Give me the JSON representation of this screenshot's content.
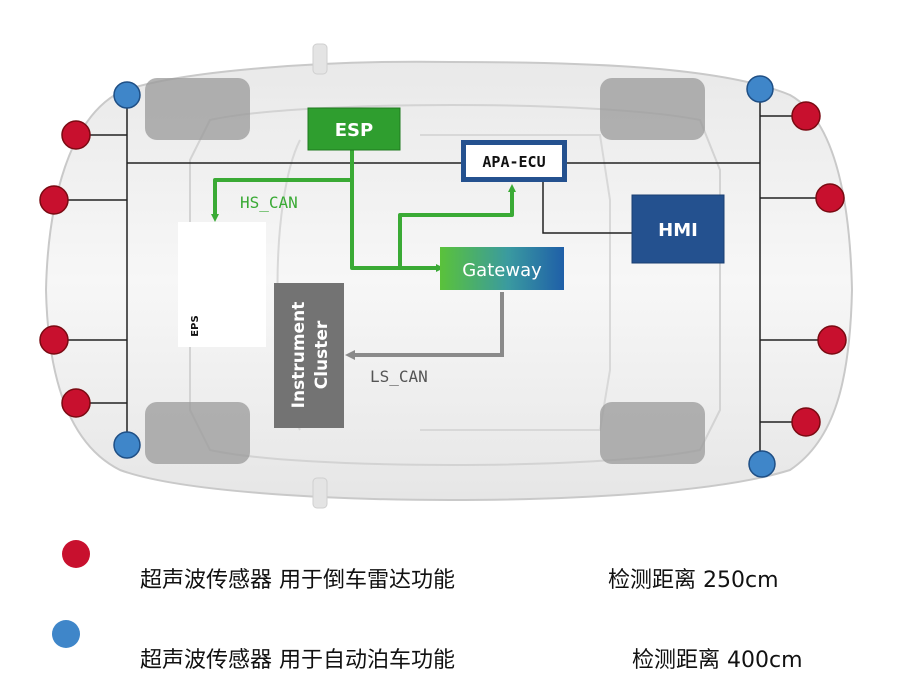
{
  "colors": {
    "red_sensor": "#c8102e",
    "blue_sensor": "#3f86c9",
    "green_bus": "#3aaa35",
    "gray_bus": "#8a8a8a",
    "navy_box": "#24518f"
  },
  "modules": {
    "esp": "ESP",
    "apa_ecu": "APA-ECU",
    "hmi": "HMI",
    "gateway": "Gateway",
    "eps": "EPS",
    "cluster_line1": "Instrument",
    "cluster_line2": "Cluster"
  },
  "buses": {
    "hs_can": "HS_CAN",
    "ls_can": "LS_CAN"
  },
  "legend": [
    {
      "color": "red",
      "description": "超声波传感器  用于倒车雷达功能",
      "range": "检测距离 250cm"
    },
    {
      "color": "blue",
      "description": "超声波传感器  用于自动泊车功能",
      "range": "检测距离 400cm"
    }
  ]
}
